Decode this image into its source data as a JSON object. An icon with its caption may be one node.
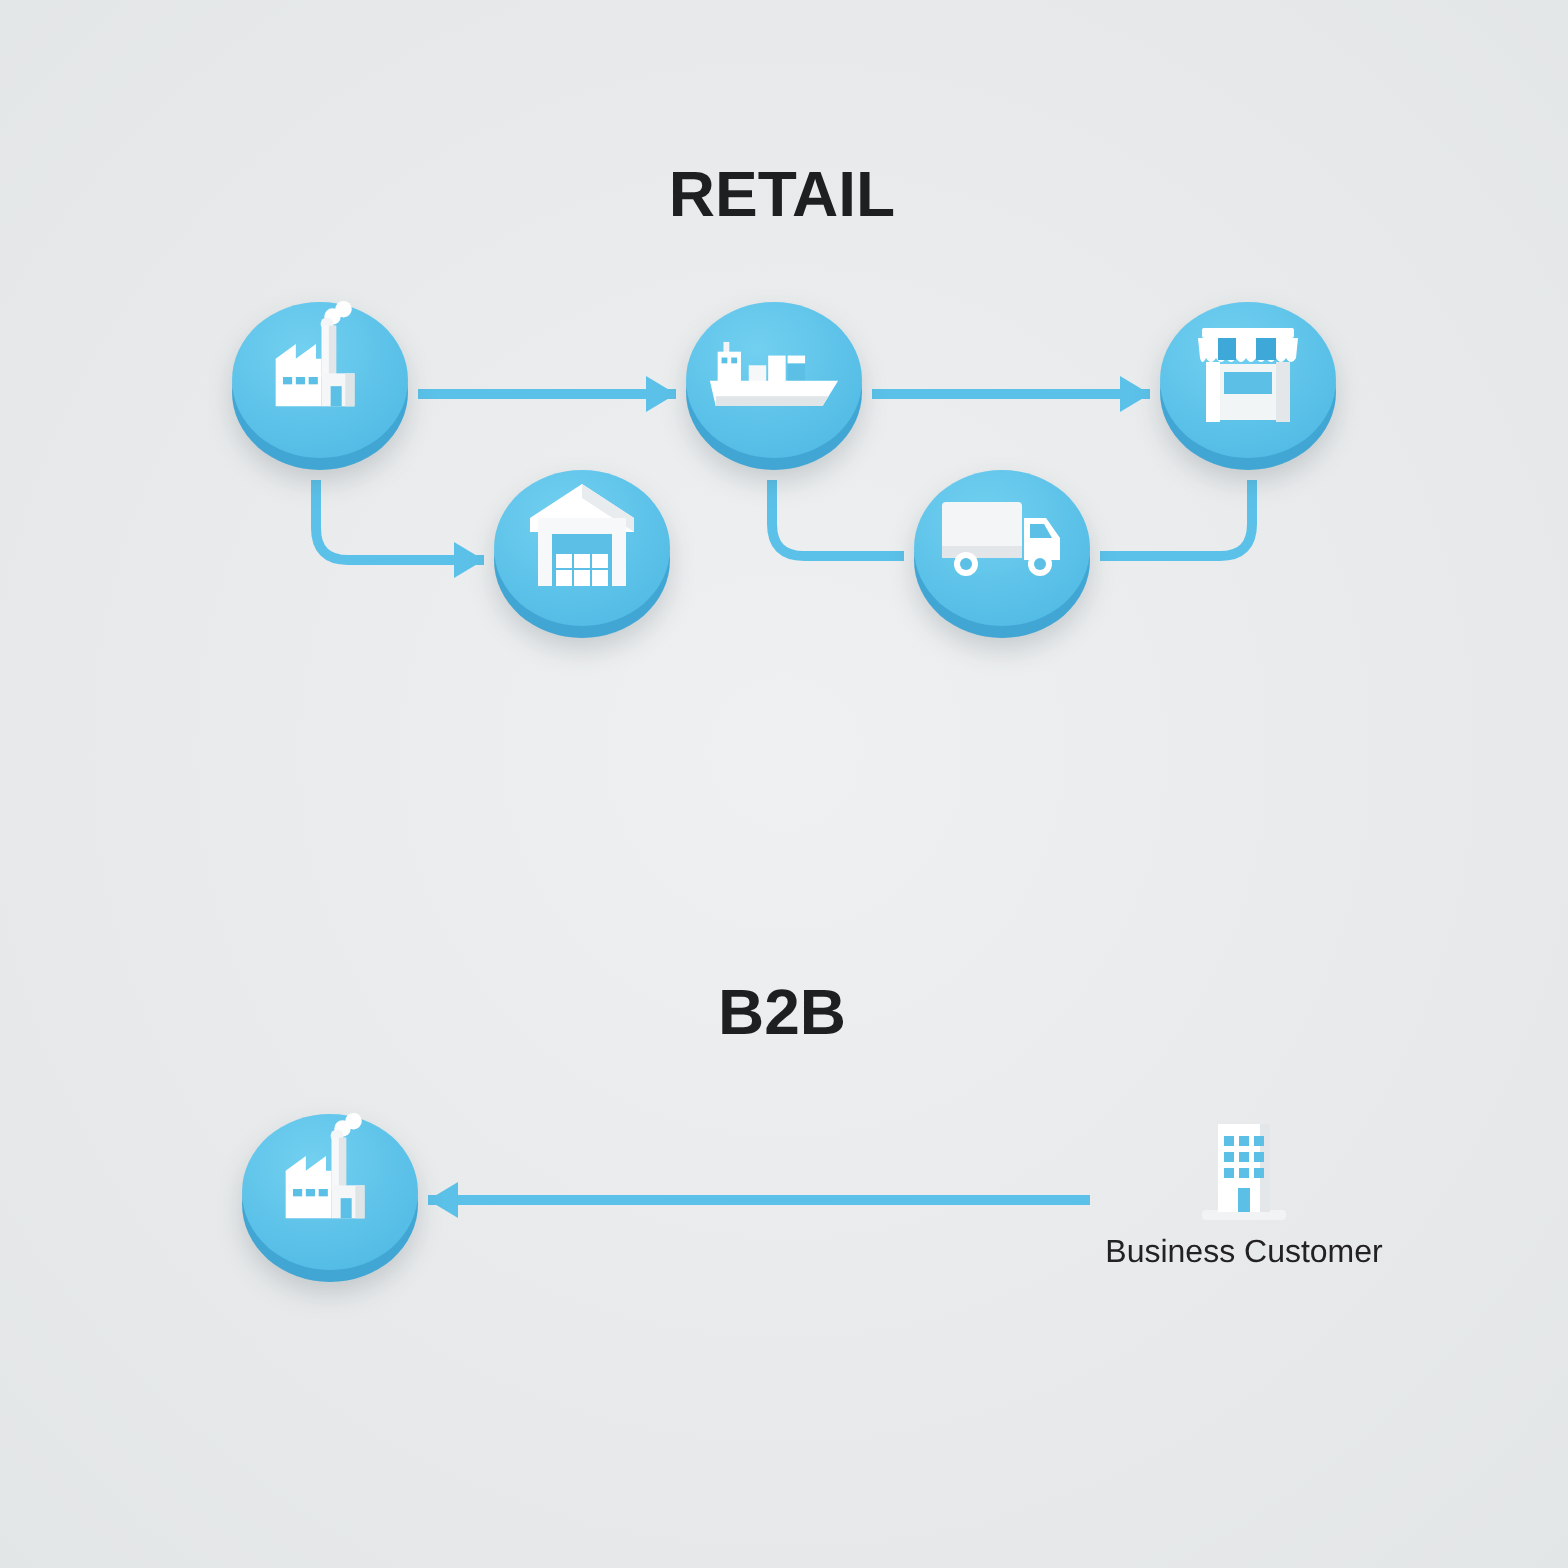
{
  "diagram": {
    "nodes": [
      {
        "text": [],
        "shape": "circle"
      },
      {
        "text": [],
        "shape": "circle"
      },
      {
        "text": [],
        "shape": "circle"
      },
      {
        "text": [],
        "shape": "circle"
      },
      {
        "text": [],
        "shape": "circle"
      },
      {
        "text": [],
        "shape": "circle"
      },
      {
        "text": [
          "Business Customer"
        ]
      }
    ],
    "edges": [
      {
        "from": 0,
        "to": 1,
        "arrow": "to"
      },
      {
        "from": 1,
        "to": 2,
        "arrow": "to"
      },
      {
        "from": 0,
        "to": 3,
        "arrow": "to"
      },
      {
        "from": 1,
        "to": 4,
        "arrow": "none"
      },
      {
        "from": 4,
        "to": 2,
        "arrow": "none"
      },
      {
        "from": 6,
        "to": 5,
        "arrow": "to"
      }
    ],
    "labels": [
      "RETAIL",
      "B2B"
    ]
  }
}
